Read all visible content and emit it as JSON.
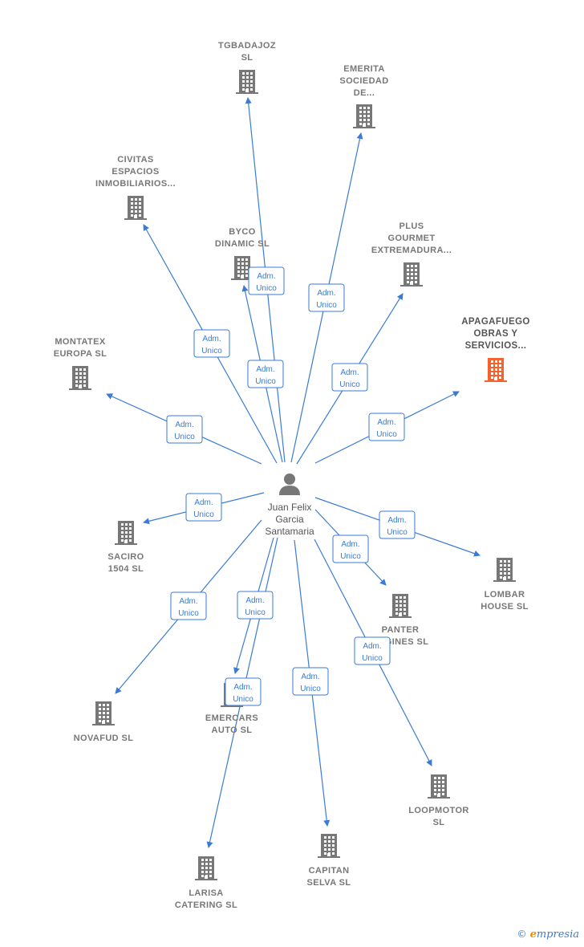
{
  "colors": {
    "edge": "#3a7bd5",
    "company": "#777777",
    "company_highlight": "#f4622d",
    "person": "#777777"
  },
  "center": {
    "icon": "person-icon",
    "name_lines": [
      "Juan Felix",
      "Garcia",
      "Santamaria"
    ]
  },
  "companies": [
    {
      "id": "tgbadajoz",
      "lines": [
        "TGBADAJOZ",
        "SL"
      ],
      "highlight": false
    },
    {
      "id": "emerita",
      "lines": [
        "EMERITA",
        "SOCIEDAD",
        "DE..."
      ],
      "highlight": false
    },
    {
      "id": "civitas",
      "lines": [
        "CIVITAS",
        "ESPACIOS",
        "INMOBILIARIOS..."
      ],
      "highlight": false
    },
    {
      "id": "byco",
      "lines": [
        "BYCO",
        "DINAMIC  SL"
      ],
      "highlight": false
    },
    {
      "id": "plus",
      "lines": [
        "PLUS",
        "GOURMET",
        "EXTREMADURA..."
      ],
      "highlight": false
    },
    {
      "id": "apagafuego",
      "lines": [
        "APAGAFUEGO",
        "OBRAS Y",
        "SERVICIOS..."
      ],
      "highlight": true
    },
    {
      "id": "montatex",
      "lines": [
        "MONTATEX",
        "EUROPA  SL"
      ],
      "highlight": false
    },
    {
      "id": "saciro",
      "lines": [
        "SACIRO",
        "1504  SL"
      ],
      "highlight": false
    },
    {
      "id": "lombar",
      "lines": [
        "LOMBAR",
        "HOUSE  SL"
      ],
      "highlight": false
    },
    {
      "id": "panter",
      "lines": [
        "PANTER",
        "ENGINES  SL"
      ],
      "highlight": false
    },
    {
      "id": "novafud",
      "lines": [
        "NOVAFUD  SL"
      ],
      "highlight": false
    },
    {
      "id": "emercars",
      "lines": [
        "EMERCARS",
        "AUTO  SL"
      ],
      "highlight": false
    },
    {
      "id": "loopmotor",
      "lines": [
        "LOOPMOTOR",
        "SL"
      ],
      "highlight": false
    },
    {
      "id": "capitan",
      "lines": [
        "CAPITAN",
        "SELVA  SL"
      ],
      "highlight": false
    },
    {
      "id": "larisa",
      "lines": [
        "LARISA",
        "CATERING  SL"
      ],
      "highlight": false
    }
  ],
  "edge_label": [
    "Adm.",
    "Unico"
  ],
  "edges": [
    {
      "to": "tgbadajoz",
      "label": [
        "Adm.",
        "Unico"
      ]
    },
    {
      "to": "emerita",
      "label": [
        "Adm.",
        "Unico"
      ]
    },
    {
      "to": "civitas",
      "label": [
        "Adm.",
        "Unico"
      ]
    },
    {
      "to": "byco",
      "label": [
        "Adm.",
        "Unico"
      ]
    },
    {
      "to": "plus",
      "label": [
        "Adm.",
        "Unico"
      ]
    },
    {
      "to": "apagafuego",
      "label": [
        "Adm.",
        "Unico"
      ]
    },
    {
      "to": "montatex",
      "label": [
        "Adm.",
        "Unico"
      ]
    },
    {
      "to": "saciro",
      "label": [
        "Adm.",
        "Unico"
      ]
    },
    {
      "to": "lombar",
      "label": [
        "Adm.",
        "Unico"
      ]
    },
    {
      "to": "panter",
      "label": [
        "Adm.",
        "Unico"
      ]
    },
    {
      "to": "novafud",
      "label": [
        "Adm.",
        "Unico"
      ]
    },
    {
      "to": "emercars",
      "label": [
        "Adm.",
        "Unico"
      ]
    },
    {
      "to": "loopmotor",
      "label": [
        "Adm.",
        "Unico"
      ]
    },
    {
      "to": "capitan",
      "label": [
        "Adm.",
        "Unico"
      ]
    },
    {
      "to": "larisa",
      "label": [
        "Adm.",
        "Unico"
      ]
    }
  ],
  "footer": {
    "copyright_symbol": "©",
    "brand_first": "e",
    "brand_rest": "mpresia"
  }
}
